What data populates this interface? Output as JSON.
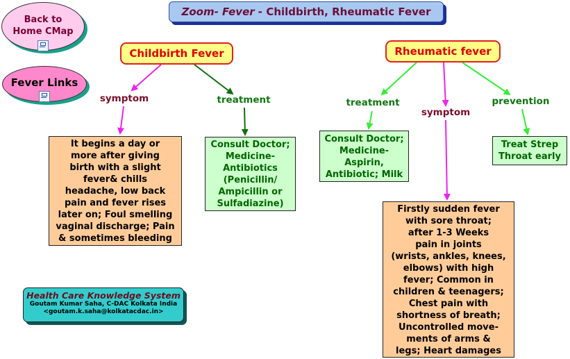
{
  "title": {
    "zoom": "Zoom- Fever -",
    "rest": " Childbirth, Rheumatic Fever"
  },
  "home": {
    "line1": "Back to",
    "line2": "Home CMap"
  },
  "fever_links": {
    "label": "Fever Links"
  },
  "childbirth": {
    "title": "Childbirth Fever",
    "symptom_label": "symptom",
    "treatment_label": "treatment",
    "symptom_lines": [
      "It begins a day or",
      "more after giving",
      "birth with a slight",
      "fever& chills",
      "headache, low back",
      "pain and fever rises",
      "later on; Foul smelling",
      "vaginal discharge; Pain",
      "& sometimes bleeding"
    ],
    "treatment_lines": [
      "Consult Doctor;",
      "Medicine-",
      "Antibiotics",
      "(Penicillin/",
      "Ampicillin or",
      "Sulfadiazine)"
    ]
  },
  "rheumatic": {
    "title": "Rheumatic fever",
    "treatment_label": "treatment",
    "symptom_label": "symptom",
    "prevention_label": "prevention",
    "treatment_lines": [
      "Consult Doctor;",
      "Medicine-",
      "Aspirin,",
      "Antibiotic; Milk"
    ],
    "prevention_lines": [
      "Treat Strep",
      "Throat early"
    ],
    "symptom_lines": [
      "Firstly sudden fever",
      "with sore throat;",
      "after 1-3 Weeks",
      "pain in joints",
      "(wrists, ankles, knees,",
      "elbows) with high",
      "fever; Common in",
      "children & teenagers;",
      "Chest pain with",
      "shortness of breath;",
      "Uncontrolled move-",
      "ments of arms &",
      "legs; Heart damages"
    ]
  },
  "credit": {
    "line1": "Health Care Knowledge System",
    "line2": "Goutam Kumar Saha, C-DAC Kolkata India",
    "line3": "<goutam.k.saha@kolkatacdac.in>"
  },
  "colors": {
    "magenta_link": "#ee22ee",
    "dark_green_link": "#0f700f",
    "light_green_link": "#33ee33"
  }
}
